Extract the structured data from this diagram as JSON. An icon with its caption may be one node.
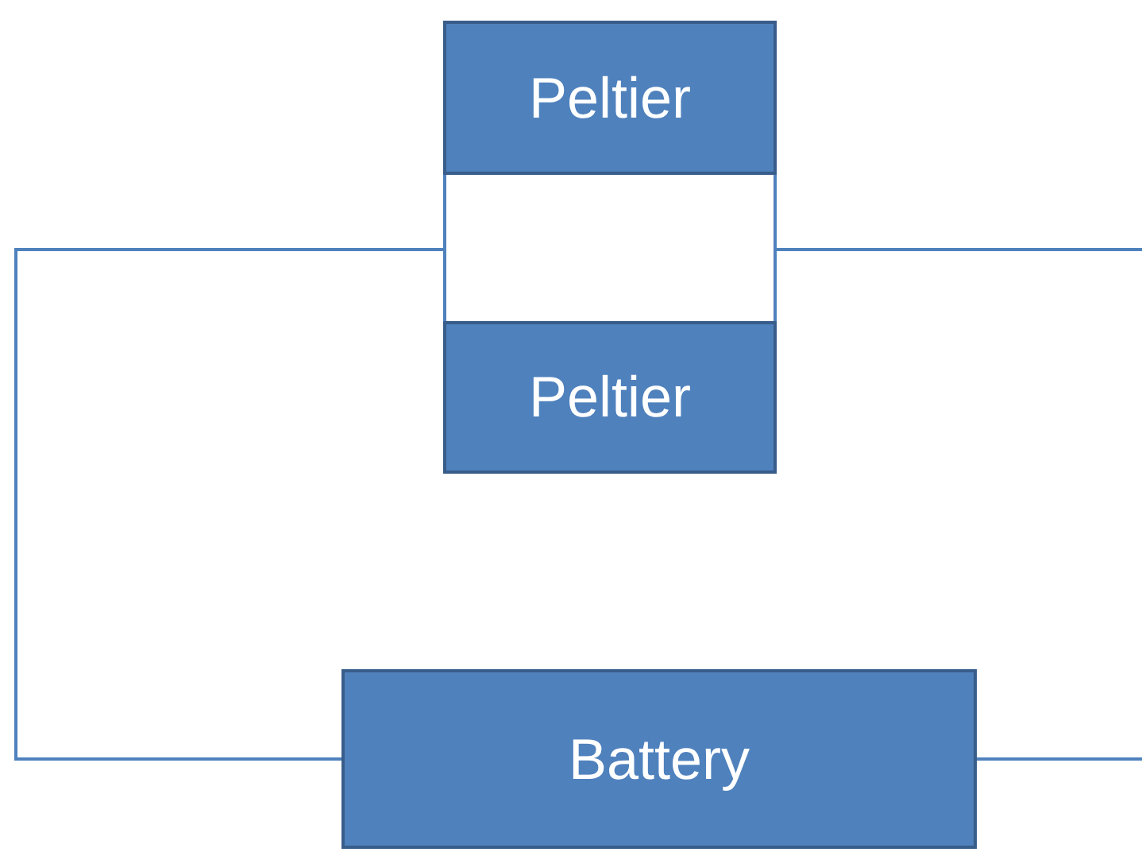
{
  "diagram": {
    "nodes": [
      {
        "text": [
          "Peltier"
        ]
      },
      {
        "text": [
          "Peltier"
        ]
      },
      {
        "text": [
          "Battery"
        ]
      }
    ],
    "edges": [
      {
        "from": 0,
        "to": 1,
        "arrow": "none"
      },
      {
        "from": 0,
        "to": 1,
        "arrow": "none"
      },
      {
        "from": 0,
        "to": 2,
        "arrow": "none"
      },
      {
        "from": 1,
        "to": 2,
        "arrow": "none"
      },
      {
        "from": 0,
        "to": null,
        "arrow": "none"
      },
      {
        "from": 1,
        "to": null,
        "arrow": "none"
      },
      {
        "from": 2,
        "to": null,
        "arrow": "none"
      }
    ]
  }
}
